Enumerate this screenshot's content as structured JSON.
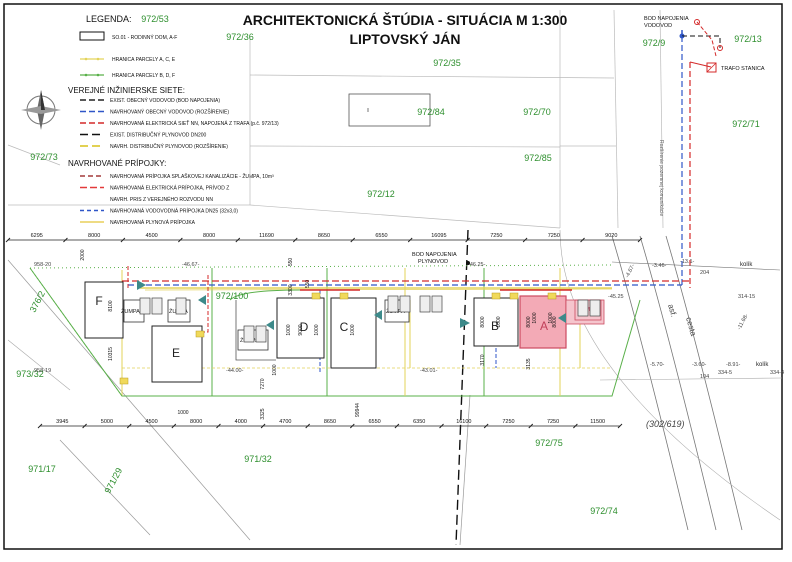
{
  "title": {
    "line1": "ARCHITEKTONICKÁ ŠTÚDIA - SITUÁCIA M 1:300",
    "line2": "LIPTOVSKÝ JÁN"
  },
  "legend": {
    "heading": "LEGENDA:",
    "items": [
      {
        "label": "SO.01 - RODINNÝ DOM, A-F"
      },
      {
        "label": "HRANICA PARCELY A, C, E",
        "color": "#e3d35a"
      },
      {
        "label": "HRANICA PARCELY B, D, F",
        "color": "#5ab04a"
      }
    ],
    "section1": {
      "heading": "VEREJNÉ INŽINIERSKE SIETE:",
      "items": [
        {
          "label": "EXIST. OBECNÝ VODOVOD (BOD NAPOJENIA)",
          "color": "#222222",
          "dash": "6 3"
        },
        {
          "label": "NAVRHOVANÝ OBECNÝ VODOVOD (ROZŠÍRENIE)",
          "color": "#2f56c8",
          "dash": "6 3"
        },
        {
          "label": "NAVRHOVANÁ ELEKTRICKÁ SIEŤ NN, NAPOJENÁ Z TRAFA (p.č. 972/13)",
          "color": "#d42a2a",
          "dash": "6 3"
        },
        {
          "label": "EXIST. DISTRIBUČNÝ PLYNOVOD DN200",
          "color": "#111111",
          "dash": "8 4"
        },
        {
          "label": "NAVRH. DISTRIBUČNÝ PLYNOVOD (ROZŠÍRENIE)",
          "color": "#d8c21a",
          "dash": "8 4"
        }
      ]
    },
    "section2": {
      "heading": "NAVRHOVANÉ PRÍPOJKY:",
      "items": [
        {
          "label": "NAVRHOVANÁ PRÍPOJKA SPLAŠKOVEJ KANALIZÁCIE - ŽUMPA, 10m³",
          "color": "#a33a3a",
          "dash": "5 3"
        },
        {
          "label": "NAVRHOVANÁ ELEKTRICKÁ PRÍPOJKA, PRÍVOD Z",
          "color": "#e33a3a",
          "dash": "7 3"
        },
        {
          "label": "NAVRH. PRIS Z VEREJNÉHO ROZVODU NN",
          "color": "",
          "dash": ""
        },
        {
          "label": "NAVRHOVANÁ VODOVODNÁ PRÍPOJKA DN25 (32x3,0)",
          "color": "#2f56c8",
          "dash": "4 3"
        },
        {
          "label": "NAVRHOVANÁ PLYNOVÁ PRÍPOJKA",
          "color": "#e8cf5a",
          "dash": ""
        }
      ]
    }
  },
  "annotations": {
    "bod_top_1": "BOD NAPOJENIA",
    "bod_top_2": "VODOVOD",
    "trafo": "TRAFO STANICA",
    "bod_mid_1": "BOD NAPOJENIA",
    "bod_mid_2": "PLYNOVOD",
    "road_1": "cesta",
    "road_2": "asf.",
    "road_side": "Rozšírenie pozemnej komunikácie",
    "kolik_1": "kolík",
    "kolik_2": "kolík",
    "parcel_label": "(302/619)"
  },
  "parcels": [
    "972/53",
    "972/36",
    "972/35",
    "972/13",
    "972/9",
    "972/84",
    "972/70",
    "972/71",
    "972/73",
    "972/85",
    "972/12",
    "972/100",
    "376/2",
    "973/32",
    "972/75",
    "971/32",
    "971/17",
    "971/29",
    "972/74"
  ],
  "houses": [
    "F",
    "E",
    "D",
    "C",
    "B",
    "A"
  ],
  "zumpa": "ŽUMPA",
  "dims_top": [
    "6295",
    "8000",
    "4500",
    "8000",
    "11690",
    "8650",
    "6550",
    "16095",
    "7250",
    "7250",
    "9020"
  ],
  "dims_bottom": [
    "3945",
    "5000",
    "4500",
    "8000",
    "4000",
    "4700",
    "8650",
    "6550",
    "6350",
    "16100",
    "7250",
    "7250",
    "11500"
  ],
  "dims_misc": [
    "2000",
    "1000",
    "8100",
    "10315",
    "7270",
    "3325",
    "1000",
    "9000",
    "1000",
    "1000",
    "8000",
    "3170",
    "1000",
    "8000",
    "3135",
    "1000",
    "1000",
    "8000",
    "550",
    "3300",
    "550",
    "99944",
    "1000"
  ],
  "levels": [
    "958-20",
    "958-19",
    "-46.67-",
    "-46.25-",
    "-44.00-",
    "-43.01-",
    "-45.25",
    "-3.46-",
    "-5.70-",
    "-3.60-",
    "-8.91-",
    "204",
    "314-15",
    "334-5",
    "334-4",
    "104",
    "-4.67-",
    "-13.1-",
    "-11.68-"
  ]
}
